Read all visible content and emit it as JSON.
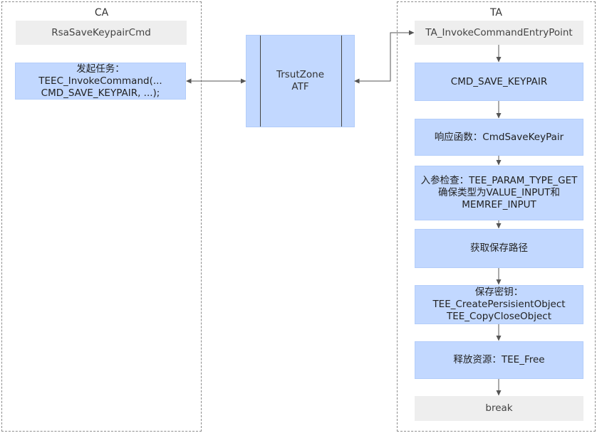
{
  "ca": {
    "title": "CA",
    "cmd": "RsaSaveKeypairCmd",
    "invoke": "发起任务：TEEC_InvokeCommand(...\nCMD_SAVE_KEYPAIR, ...);"
  },
  "trustzone": {
    "line1": "TrsutZone",
    "line2": "ATF"
  },
  "ta": {
    "title": "TA",
    "entry": "TA_InvokeCommandEntryPoint",
    "steps": [
      "CMD_SAVE_KEYPAIR",
      "响应函数：CmdSaveKeyPair",
      "入参检查：TEE_PARAM_TYPE_GET\n确保类型为VALUE_INPUT和\nMEMREF_INPUT",
      "获取保存路径",
      "保存密钥：\nTEE_CreatePersisientObject\nTEE_CopyCloseObject",
      "释放资源：TEE_Free"
    ],
    "end": "break"
  },
  "colors": {
    "box_blue": "#c2d8ff",
    "box_gray": "#eeeeee",
    "lane_border": "#8c8c8c",
    "arrow": "#555555"
  }
}
